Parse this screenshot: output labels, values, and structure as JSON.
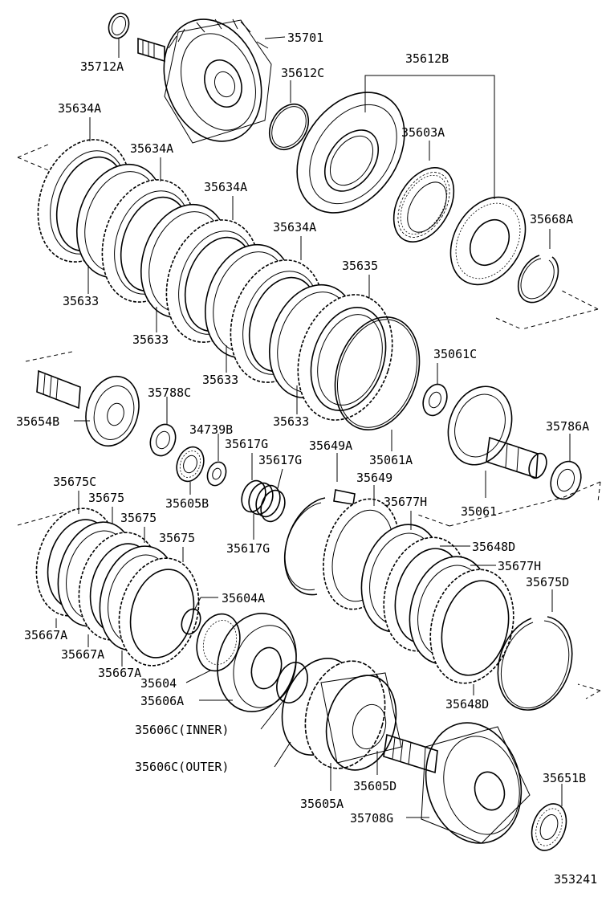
{
  "diagram_id": "353241",
  "labels": {
    "p35712A": "35712A",
    "p35701": "35701",
    "p35612C": "35612C",
    "p35612B": "35612B",
    "p35634A_1": "35634A",
    "p35634A_2": "35634A",
    "p35634A_3": "35634A",
    "p35634A_4": "35634A",
    "p35603A": "35603A",
    "p35668A": "35668A",
    "p35633_1": "35633",
    "p35633_2": "35633",
    "p35633_3": "35633",
    "p35633_4": "35633",
    "p35635": "35635",
    "p35061C": "35061C",
    "p35788C": "35788C",
    "p35654B": "35654B",
    "p34739B": "34739B",
    "p35617G_1": "35617G",
    "p35617G_2": "35617G",
    "p35617G_3": "35617G",
    "p35649A": "35649A",
    "p35061A": "35061A",
    "p35786A": "35786A",
    "p35605B": "35605B",
    "p35649": "35649",
    "p35675C": "35675C",
    "p35675_1": "35675",
    "p35675_2": "35675",
    "p35675_3": "35675",
    "p35677H_1": "35677H",
    "p35061": "35061",
    "p35648D_1": "35648D",
    "p35677H_2": "35677H",
    "p35675D": "35675D",
    "p35604A": "35604A",
    "p35667A_1": "35667A",
    "p35667A_2": "35667A",
    "p35667A_3": "35667A",
    "p35604": "35604",
    "p35606A": "35606A",
    "p35648D_2": "35648D",
    "p35606C_inner": "35606C(INNER)",
    "p35606C_outer": "35606C(OUTER)",
    "p35605D": "35605D",
    "p35605A": "35605A",
    "p35651B": "35651B",
    "p35708G": "35708G"
  }
}
